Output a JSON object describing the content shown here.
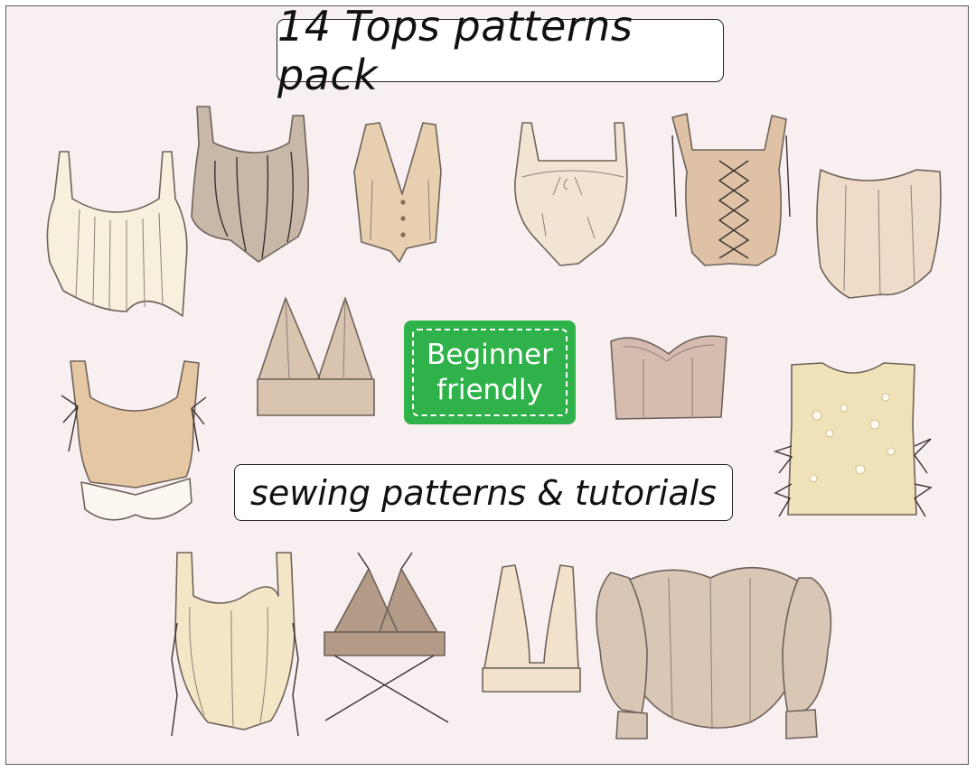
{
  "title": "14 Tops patterns pack",
  "badge": {
    "line1": "Beginner",
    "line2": "friendly",
    "color": "#2fb24a"
  },
  "subtitle": "sewing patterns & tutorials",
  "colors": {
    "background": "#f8eff1",
    "box": "#ffffff",
    "badge": "#2fb24a"
  },
  "tops": [
    {
      "icon": "striped-square-neck-corset-top-icon",
      "color": "#f6f0dc"
    },
    {
      "icon": "taupe-paneled-corset-top-icon",
      "color": "#c7b8a8"
    },
    {
      "icon": "button-front-vest-top-icon",
      "color": "#e8cfb0"
    },
    {
      "icon": "tie-front-gathered-top-icon",
      "color": "#f2e4d2"
    },
    {
      "icon": "lace-up-corset-top-icon",
      "color": "#dfc2a6"
    },
    {
      "icon": "strapless-bustier-top-icon",
      "color": "#efdcc8"
    },
    {
      "icon": "triangle-bralette-top-icon",
      "color": "#d9c4b0"
    },
    {
      "icon": "sweetheart-bandeau-top-icon",
      "color": "#d6bcae"
    },
    {
      "icon": "tie-shoulder-ruffle-hem-top-icon",
      "color": "#e5c7a3"
    },
    {
      "icon": "floral-side-tie-shell-top-icon",
      "color": "#f0e2b8"
    },
    {
      "icon": "lace-side-sweetheart-corset-top-icon",
      "color": "#f3e6c6"
    },
    {
      "icon": "cross-back-bralette-top-icon",
      "color": "#b49b87"
    },
    {
      "icon": "halter-neck-crop-top-icon",
      "color": "#f2e2cc"
    },
    {
      "icon": "off-shoulder-puff-sleeve-corset-top-icon",
      "color": "#d9c6b4"
    }
  ]
}
